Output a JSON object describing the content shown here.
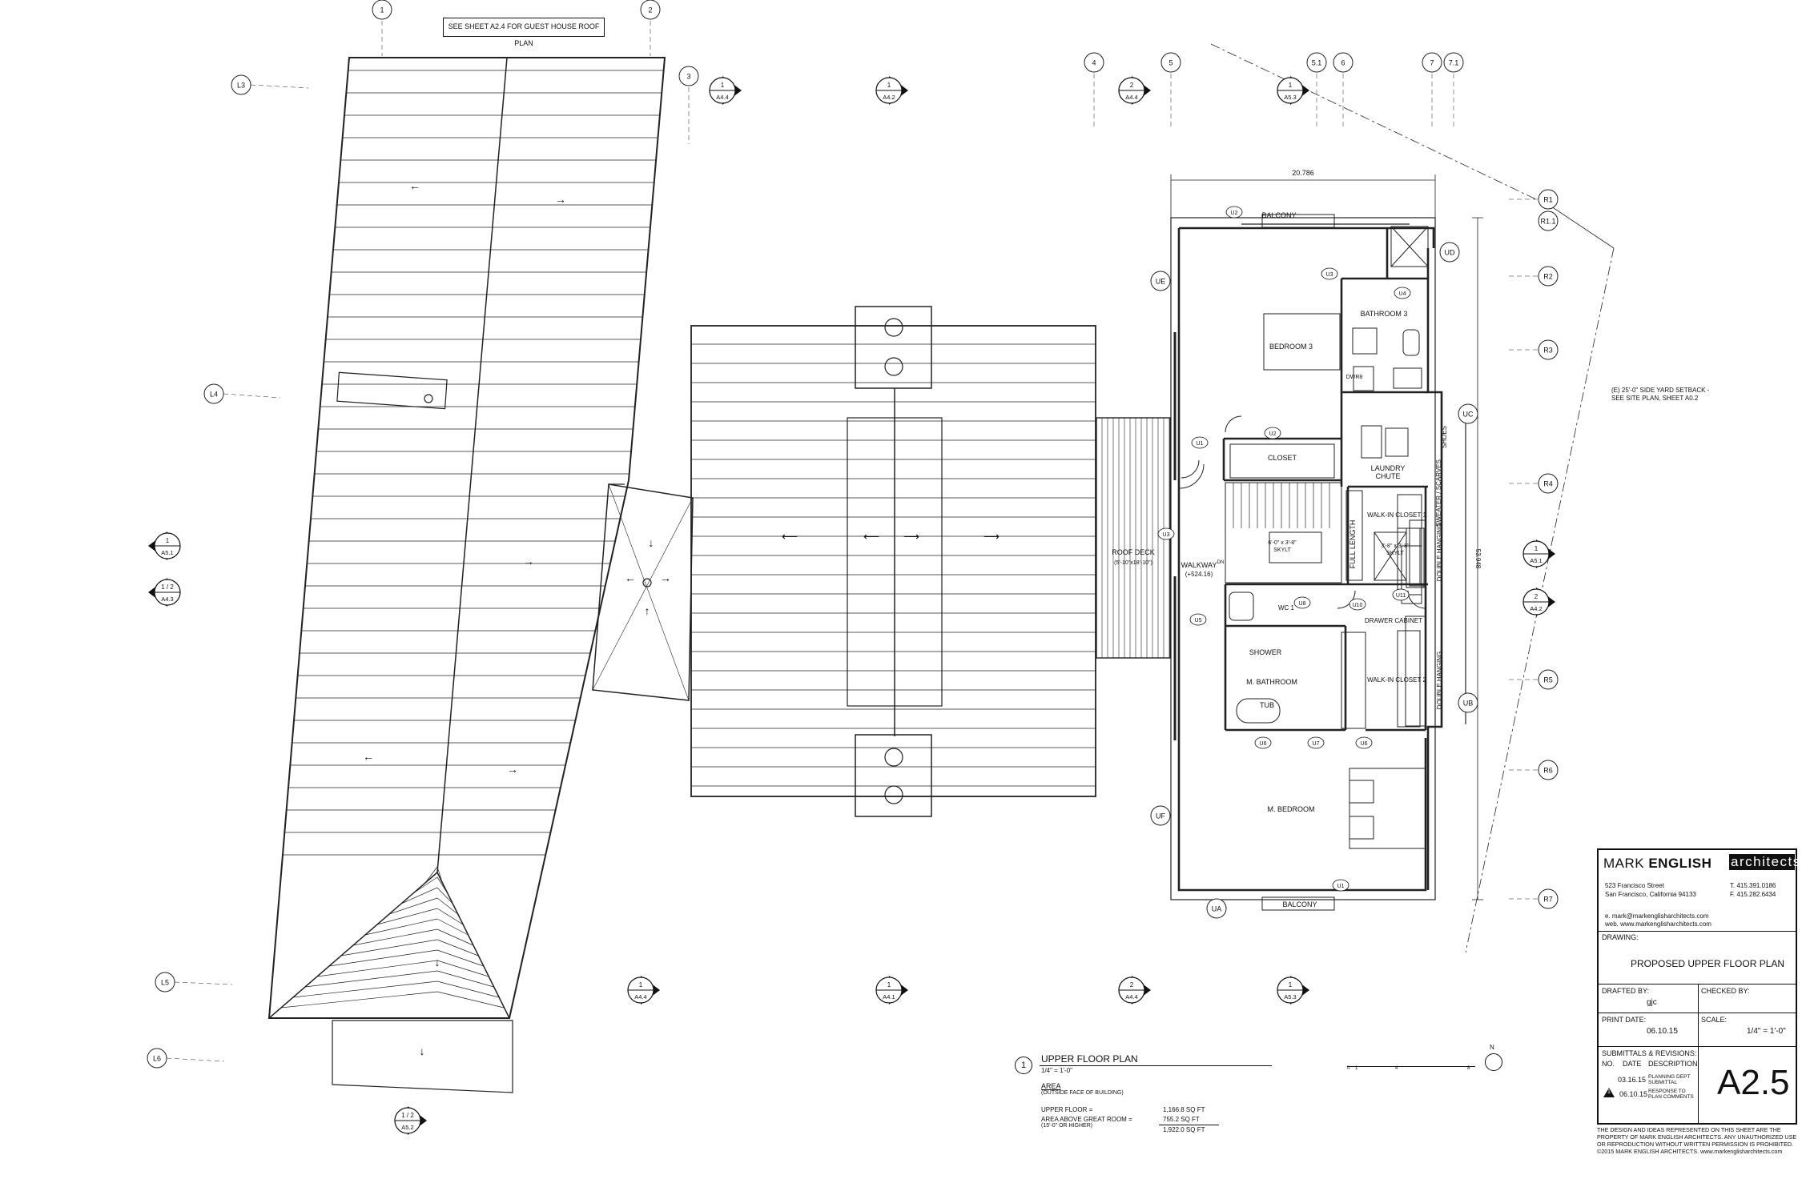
{
  "header_note": "SEE SHEET A2.4 FOR GUEST HOUSE ROOF PLAN",
  "grid_bubbles": {
    "top": [
      "1",
      "2",
      "3",
      "4",
      "5",
      "5.1",
      "6",
      "7",
      "7.1"
    ],
    "left": [
      "L3",
      "L4",
      "L5",
      "L6"
    ],
    "right": [
      "R1",
      "R1.1",
      "R2",
      "R3",
      "R4",
      "R5",
      "R6",
      "R7"
    ],
    "upper_right": [
      "UD",
      "UC",
      "UB"
    ],
    "lower": [
      "UA"
    ],
    "left_plan": [
      "UE",
      "UF"
    ]
  },
  "section_markers": [
    {
      "num": "1",
      "sheet": "A4.4"
    },
    {
      "num": "1",
      "sheet": "A4.2"
    },
    {
      "num": "2",
      "sheet": "A4.4"
    },
    {
      "num": "1",
      "sheet": "A5.3"
    },
    {
      "num": "1",
      "sheet": "A5.1"
    },
    {
      "num": "1 / 2",
      "sheet": "A4.3"
    },
    {
      "num": "1",
      "sheet": "A4.4"
    },
    {
      "num": "1",
      "sheet": "A4.1"
    },
    {
      "num": "2",
      "sheet": "A4.4"
    },
    {
      "num": "1",
      "sheet": "A5.3"
    },
    {
      "num": "1 / 2",
      "sheet": "A5.2"
    },
    {
      "num": "1",
      "sheet": "A5.1"
    },
    {
      "num": "2",
      "sheet": "A4.2"
    }
  ],
  "dimension": "20.786",
  "vertical_dimension": "53.948",
  "setback_note": "(E) 25'-0\" SIDE YARD SETBACK - SEE SITE PLAN, SHEET A0.2",
  "rooms": {
    "balcony_top": "BALCONY",
    "balcony_bottom": "BALCONY",
    "bedroom3": "BEDROOM 3",
    "bathroom3": "BATHROOM 3",
    "closet": "CLOSET",
    "laundry": "LAUNDRY CHUTE",
    "walkin1": "WALK-IN CLOSET 1",
    "walkin2": "WALK-IN CLOSET 2",
    "shoes": "SHOES",
    "sweater": "SWEATER / SCARVES",
    "double1": "DOUBLE HANGING",
    "double2": "DOUBLE HANGING",
    "full_length": "FULL LENGTH",
    "skylt1": "6'-0\" x 3'-8\" SKYLT",
    "skylt2": "3'-8\" x 3'-8\" SKYLT",
    "walkway": "WALKWAY",
    "walkway_elev": "(+524.16)",
    "wc": "WC 1",
    "drawer": "DRAWER CABINET",
    "shower": "SHOWER",
    "mbath": "M. BATHROOM",
    "tub": "TUB",
    "mbed": "M. BEDROOM",
    "roofdeck": "ROOF DECK",
    "roofdeck_dim": "(5'-10\"x18'-10\")",
    "dwr": "DWR8",
    "dn": "DN"
  },
  "window_tags": [
    "U2",
    "U3",
    "U4",
    "U1",
    "U2",
    "U3",
    "U5",
    "U8",
    "U10",
    "U11",
    "U6",
    "U7",
    "U6",
    "U1"
  ],
  "plan_title": "UPPER FLOOR PLAN",
  "plan_number": "1",
  "plan_scale": "1/4\" = 1'-0\"",
  "area": {
    "heading": "AREA",
    "sub": "(OUTSIDE FACE OF BUILDING)",
    "rows": [
      {
        "label": "UPPER FLOOR =",
        "value": "1,166.8 SQ FT"
      },
      {
        "label": "AREA ABOVE GREAT ROOM =",
        "value": "755.2 SQ FT"
      },
      {
        "label": "(15'-0\" OR HIGHER)",
        "value": ""
      }
    ],
    "total": "1,922.0 SQ FT"
  },
  "scale_bar_ticks": [
    "0",
    "1",
    "4",
    "8"
  ],
  "north": "N",
  "title_block": {
    "firm_a": "MARK ",
    "firm_b": "ENGLISH",
    "firm_c": "architects",
    "address1": "523 Francisco Street",
    "address2": "San Francisco, California  94133",
    "phone": "T.  415.391.0186",
    "fax": "F.  415.282.6434",
    "email": "e.  mark@markenglisharchitects.com",
    "web": "web.  www.markenglisharchitects.com",
    "drawing_label": "DRAWING:",
    "drawing": "PROPOSED UPPER FLOOR PLAN",
    "drafted_label": "DRAFTED BY:",
    "drafted": "gjc",
    "checked_label": "CHECKED BY:",
    "print_label": "PRINT DATE:",
    "print_date": "06.10.15",
    "scale_label": "SCALE:",
    "scale": "1/4\" = 1'-0\"",
    "subm_label": "SUBMITTALS & REVISIONS:",
    "col_no": "NO.",
    "col_date": "DATE",
    "col_desc": "DESCRIPTION",
    "rev1_date": "03.16.15",
    "rev1_desc": "PLANNING DEPT SUBMITTAL",
    "rev2_no": "1",
    "rev2_date": "06.10.15",
    "rev2_desc": "RESPONSE TO PLAN COMMENTS",
    "sheet": "A2.5",
    "legal1": "THE DESIGN AND IDEAS REPRESENTED ON THIS SHEET ARE THE",
    "legal2": "PROPERTY OF MARK ENGLISH ARCHITECTS.  ANY UNAUTHORIZED USE",
    "legal3": "OR REPRODUCTION WITHOUT WRITTEN PERMISSION IS PROHIBITED.",
    "legal4": "©2015 MARK ENGLISH ARCHITECTS.  www.markenglisharchitects.com"
  }
}
